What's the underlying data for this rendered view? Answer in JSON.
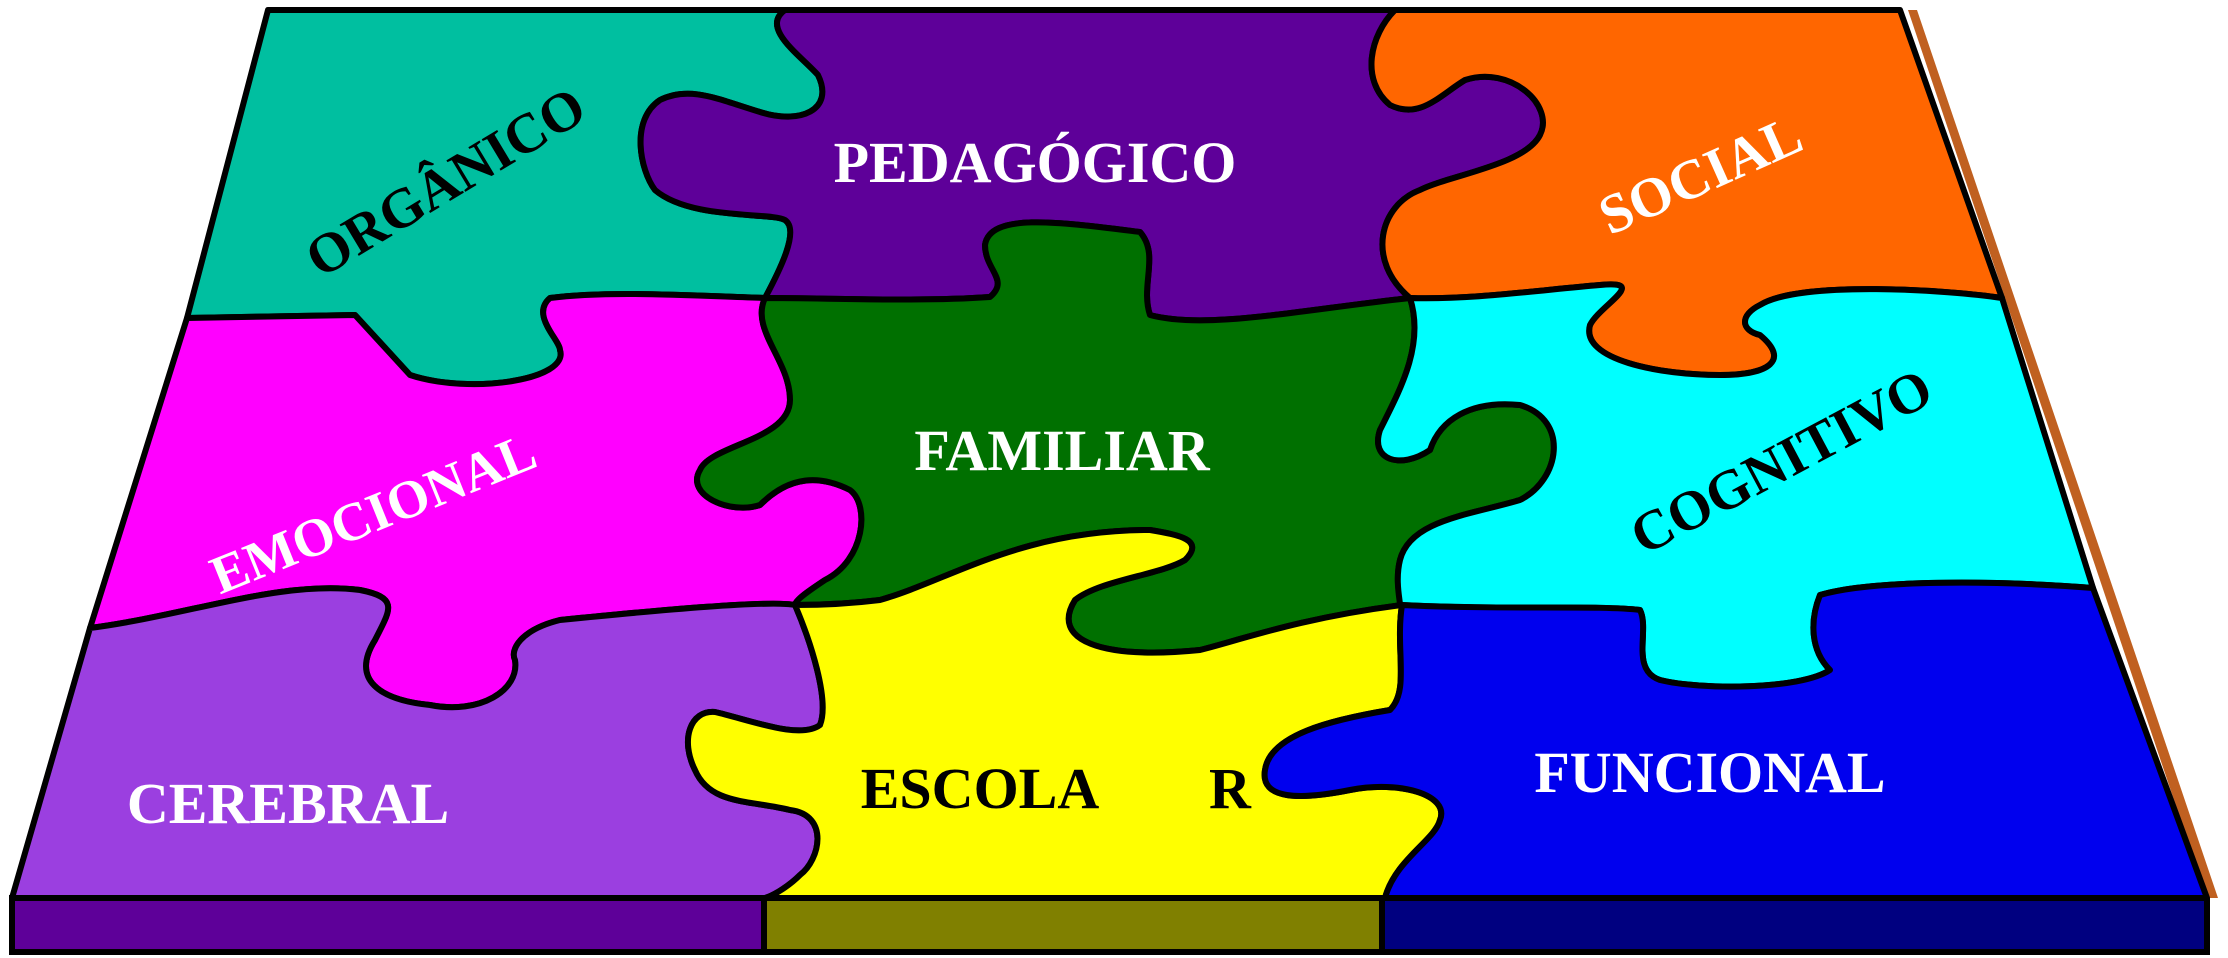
{
  "diagram": {
    "pieces": [
      {
        "id": "organico",
        "label": "ORGÂNICO",
        "fill": "#00BFA0",
        "text_color": "#000000"
      },
      {
        "id": "pedagogico",
        "label": "PEDAGÓGICO",
        "fill": "#5E0099",
        "text_color": "#FFFFFF"
      },
      {
        "id": "social",
        "label": "SOCIAL",
        "fill": "#FF6600",
        "text_color": "#FFFFFF"
      },
      {
        "id": "emocional",
        "label": "EMOCIONAL",
        "fill": "#FF00FF",
        "text_color": "#FFFFFF"
      },
      {
        "id": "familiar",
        "label": "FAMILIAR",
        "fill": "#007000",
        "text_color": "#FFFFFF"
      },
      {
        "id": "cognitivo",
        "label": "COGNITIVO",
        "fill": "#00FFFF",
        "text_color": "#000000"
      },
      {
        "id": "cerebral",
        "label": "CEREBRAL",
        "fill": "#9B3FE0",
        "text_color": "#FFFFFF"
      },
      {
        "id": "escolar",
        "label": "ESCOLA",
        "label_tail": "R",
        "fill": "#FFFF00",
        "text_color": "#000000"
      },
      {
        "id": "funcional",
        "label": "FUNCIONAL",
        "fill": "#0000EE",
        "text_color": "#FFFFFF"
      }
    ],
    "base_colors": {
      "left": "#5E0099",
      "middle": "#808000",
      "right": "#000080",
      "edge": "#C06020"
    }
  }
}
